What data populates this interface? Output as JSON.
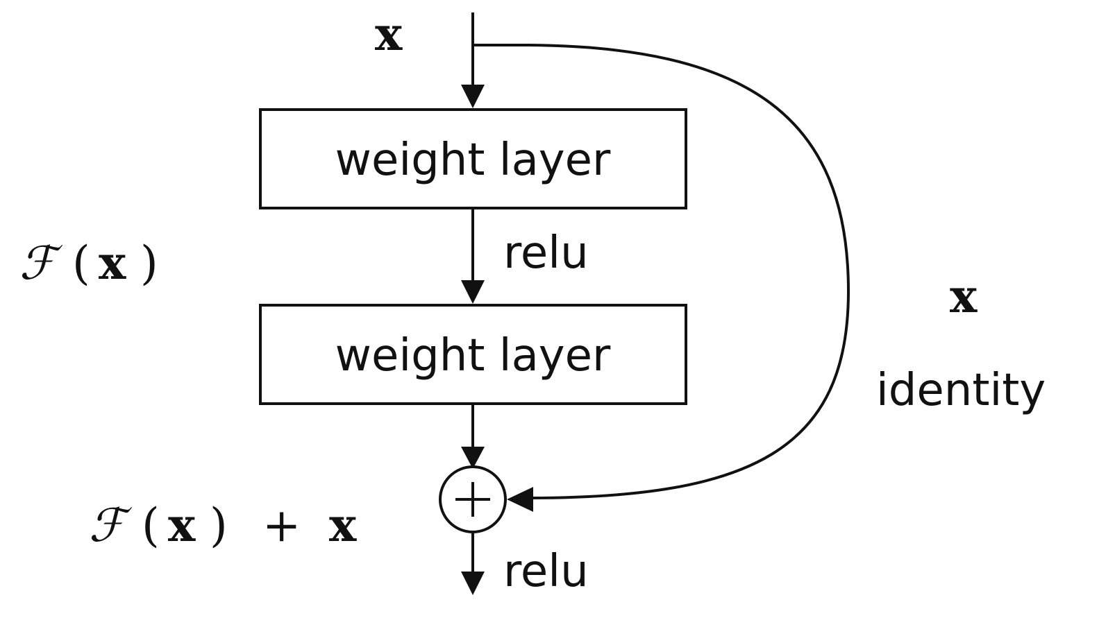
{
  "input_label": "x",
  "blocks": [
    {
      "label": "weight layer"
    },
    {
      "label": "weight layer"
    }
  ],
  "activation_mid": "relu",
  "activation_out": "relu",
  "residual_label": {
    "script": "ℱ",
    "open_paren": "(",
    "var": "x",
    "close_paren": ")"
  },
  "sum_label": {
    "script": "ℱ",
    "open_paren": "(",
    "var": "x",
    "close_paren": ")",
    "plus": "+",
    "var2": "x"
  },
  "adder_symbol": "+",
  "shortcut_label": {
    "var": "x",
    "name": "identity"
  },
  "colors": {
    "line": "#111111",
    "box_fill": "#ffffff",
    "background": "#ffffff"
  }
}
